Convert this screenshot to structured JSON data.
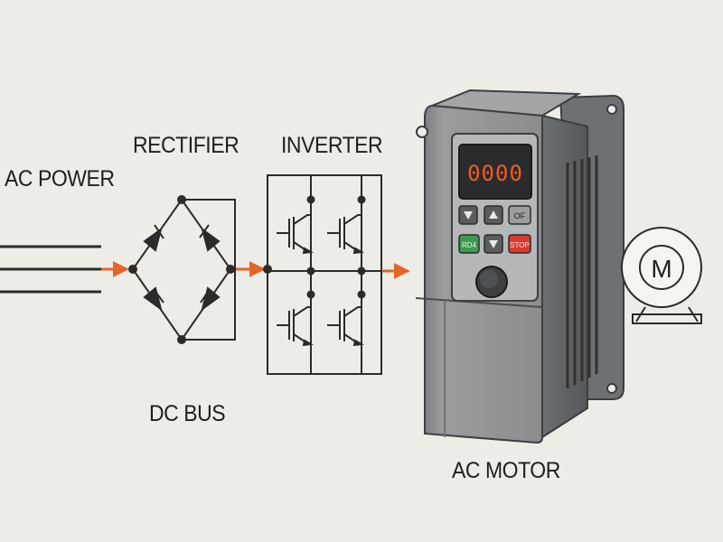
{
  "labels": {
    "ac_power": "AC POWER",
    "rectifier": "RECTIFIER",
    "inverter": "INVERTER",
    "dc_bus": "DC BUS",
    "ac_motor": "AC MOTOR"
  },
  "drive": {
    "display": "0000",
    "keys": {
      "fwd": "RD4",
      "off": "OF",
      "stop": "STOP"
    }
  },
  "motor": {
    "symbol": "M"
  },
  "colors": {
    "background": "#eeece6",
    "arrow": "#e0662a",
    "line": "#2b2b2b",
    "drive_body": "#8d8f91",
    "display_digits": "#f05a2a",
    "run_key": "#3f9a52",
    "stop_key": "#d83a2e"
  },
  "icons": [
    "up-arrow-icon",
    "down-arrow-icon",
    "down-arrow-icon",
    "motor-icon",
    "flow-arrow-icon",
    "diode-icon",
    "igbt-icon"
  ]
}
